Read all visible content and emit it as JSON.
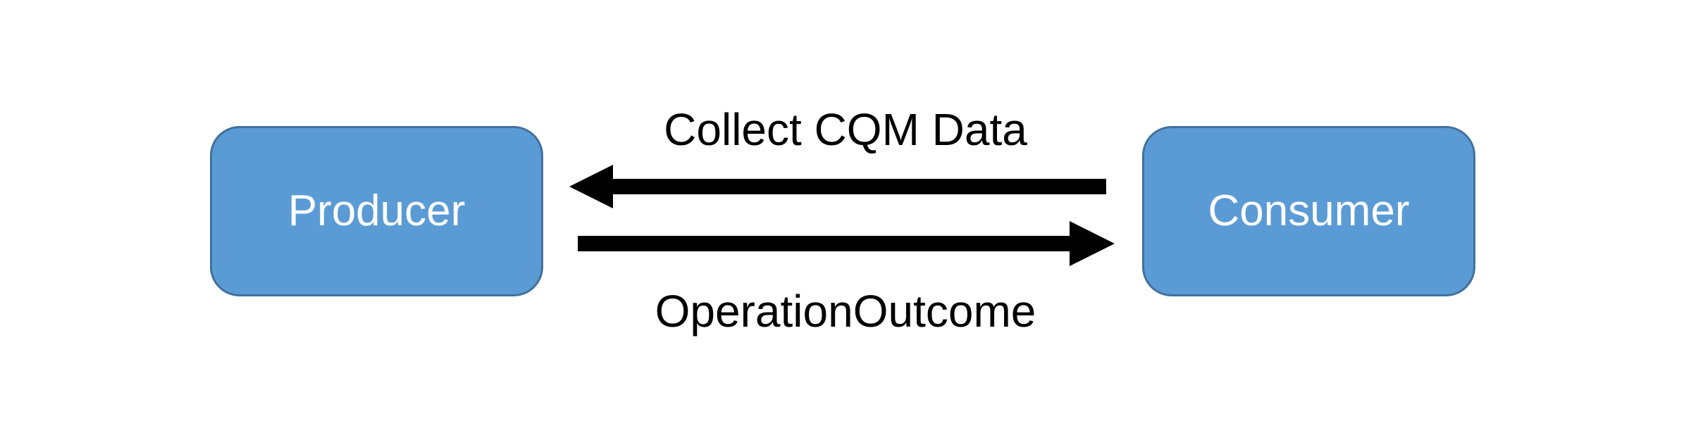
{
  "diagram": {
    "nodes": {
      "producer": "Producer",
      "consumer": "Consumer"
    },
    "edges": {
      "request_label": "Collect CQM Data",
      "response_label": "OperationOutcome"
    },
    "colors": {
      "node_fill": "#5b9bd5",
      "node_border": "#41719c",
      "node_text": "#ffffff",
      "arrow": "#000000"
    }
  }
}
